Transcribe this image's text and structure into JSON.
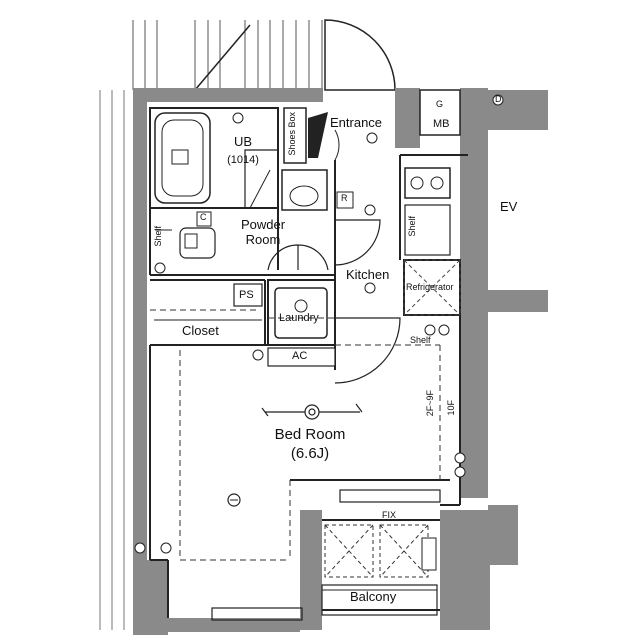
{
  "rooms": {
    "entrance": "Entrance",
    "ub": "UB",
    "ub_size": "(1014)",
    "powder": "Powder",
    "powder2": "Room",
    "kitchen": "Kitchen",
    "closet": "Closet",
    "laundry": "Laundry",
    "bedroom": "Bed Room",
    "bedroom_size": "(6.6J)",
    "balcony": "Balcony"
  },
  "labels": {
    "shoes_box": "Shoes Box",
    "shelf_left": "Shelf",
    "shelf_kitchen": "Shelf",
    "shelf_bottom": "Shelf",
    "c": "C",
    "r": "R",
    "ps": "PS",
    "ac": "AC",
    "refrigerator": "Refrigerator",
    "mb": "MB",
    "g": "G",
    "ev": "EV",
    "d": "D",
    "fix": "FIX",
    "floors_a": "2F~9F",
    "floors_b": "10F"
  }
}
